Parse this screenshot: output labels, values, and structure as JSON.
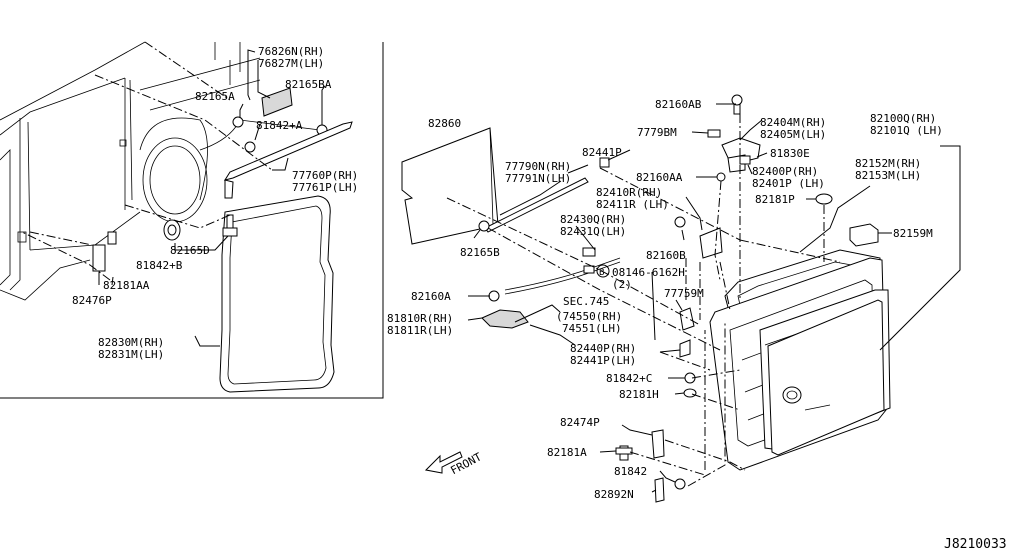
{
  "diagram_id": "J8210033",
  "front_label": "FRONT",
  "labels": {
    "p76826": "76826N(RH)",
    "p76827": "76827M(LH)",
    "p82165BA": "82165BA",
    "p82165A": "82165A",
    "p81842A": "81842+A",
    "p77760": "77760P(RH)",
    "p77761": "77761P(LH)",
    "p82165D": "82165D",
    "p81842B": "81842+B",
    "p82181AA": "82181AA",
    "p82476P": "82476P",
    "p82830": "82830M(RH)",
    "p82831": "82831M(LH)",
    "p82860": "82860",
    "p77790": "77790N(RH)",
    "p77791": "77791N(LH)",
    "p82441P": "82441P",
    "p82165B": "82165B",
    "p82160AB": "82160AB",
    "p7779BM": "7779BM",
    "p82404": "82404M(RH)",
    "p82405": "82405M(LH)",
    "p81830E": "81830E",
    "p82160AA": "82160AA",
    "p82400": "82400P(RH)",
    "p82401": "82401P (LH)",
    "p82410": "82410R(RH)",
    "p82411": "82411R (LH)",
    "p82181P": "82181P",
    "p82430": "82430Q(RH)",
    "p82431": "82431Q(LH)",
    "p82160B": "82160B",
    "p08146": "08146-6162H",
    "p08146qty": "(2)",
    "p77759M": "77759M",
    "p82160A": "82160A",
    "pSEC745": "SEC.745",
    "p74550": "(74550(RH)",
    "p74551": "74551(LH)",
    "p81810": "81810R(RH)",
    "p81811": "81811R(LH)",
    "p82440": "82440P(RH)",
    "p82441": "82441P(LH)",
    "p81842C": "81842+C",
    "p82181H": "82181H",
    "p82474P": "82474P",
    "p82181A": "82181A",
    "p81842": "81842",
    "p82892N": "82892N",
    "p82100": "82100Q(RH)",
    "p82101": "82101Q (LH)",
    "p82152": "82152M(RH)",
    "p82153": "82153M(LH)",
    "p82159M": "82159M"
  }
}
